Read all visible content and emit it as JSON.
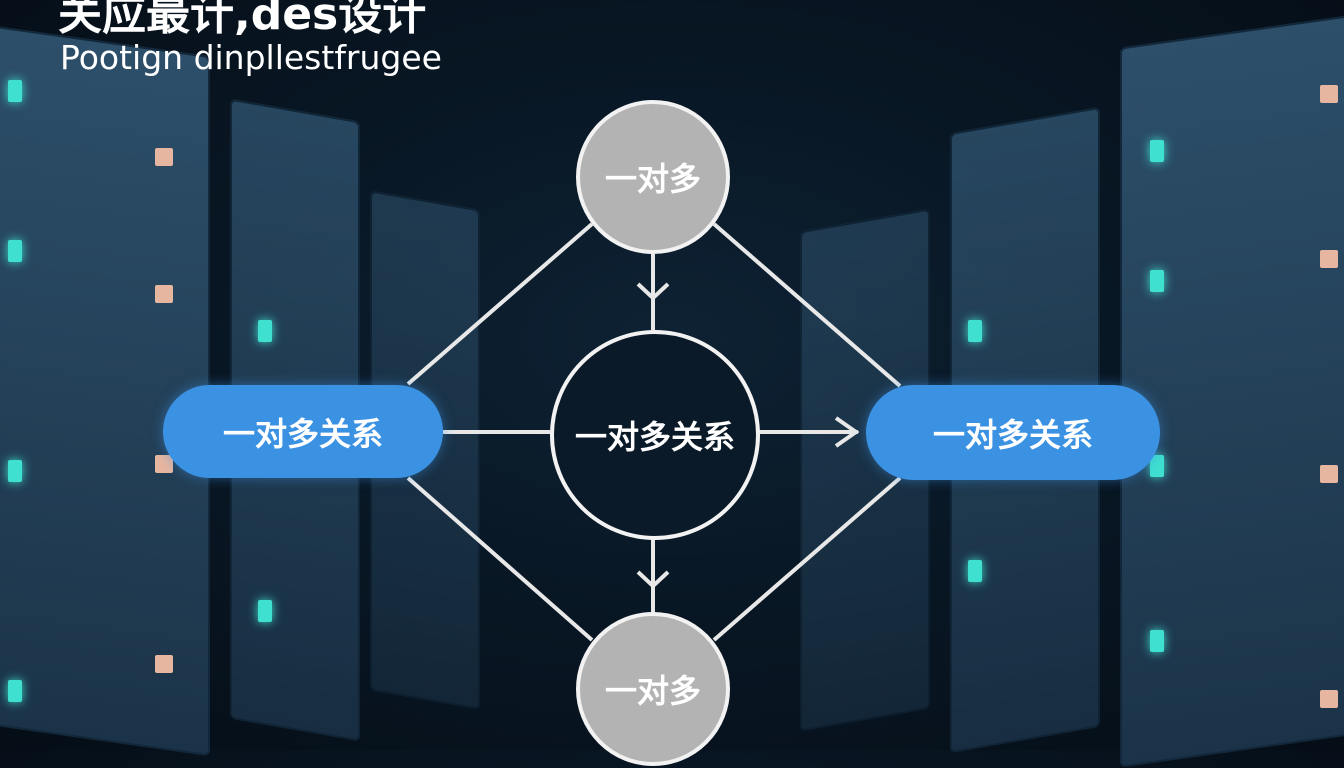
{
  "header": {
    "title": "关应最计,des设计",
    "subtitle": "Pootign dinpllestfrugee"
  },
  "diagram": {
    "top_node": "一对多",
    "center_node": "一对多关系",
    "left_node": "一对多关系",
    "right_node": "一对多关系",
    "bottom_node": "一对多"
  },
  "colors": {
    "pill": "#3b92e3",
    "gray_node": "#b3b3b3",
    "background": "#091826",
    "led": "#3fe0d0"
  }
}
